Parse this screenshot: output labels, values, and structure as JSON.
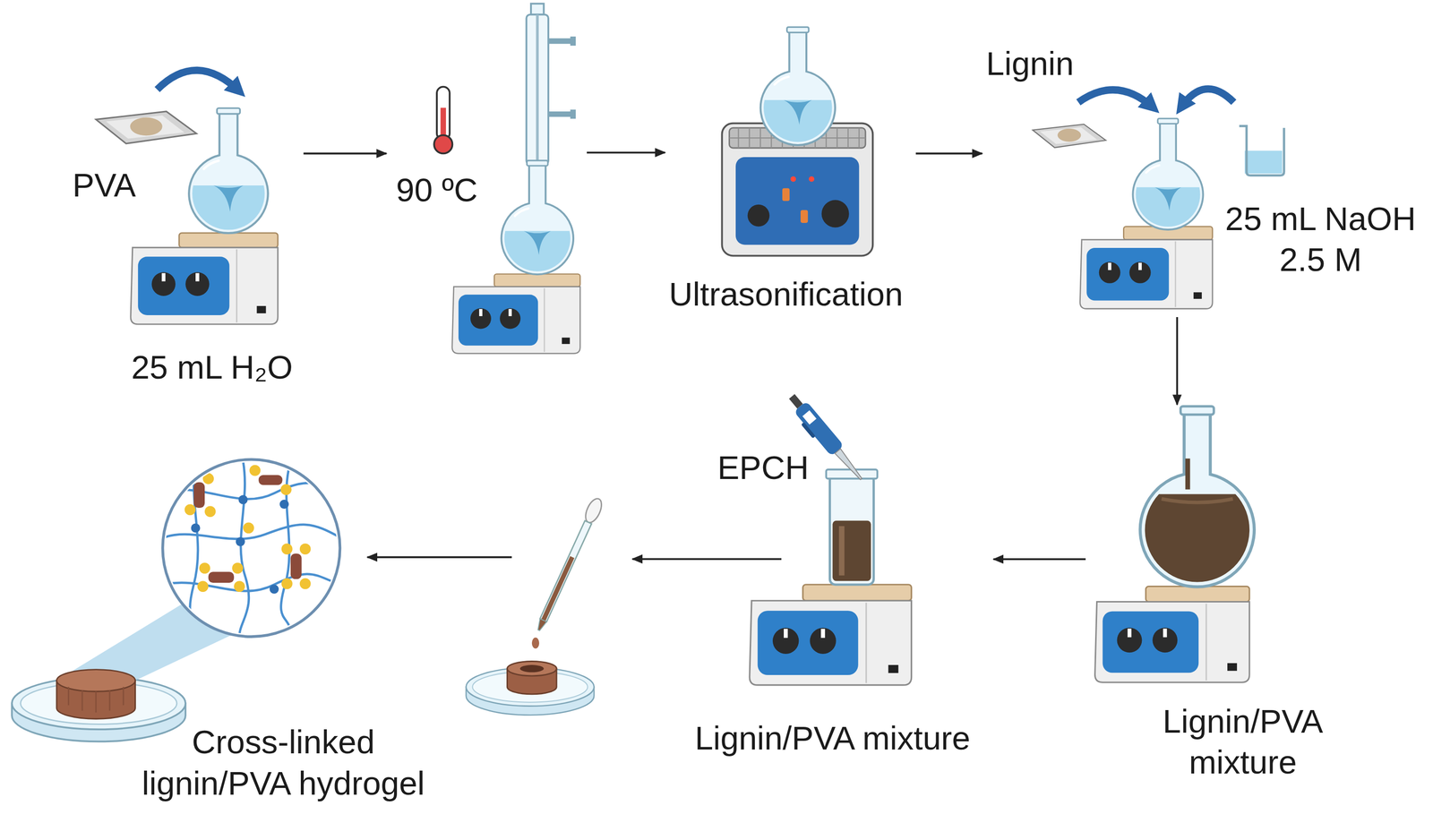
{
  "diagram": {
    "nodes": [
      {
        "text": [
          "PVA",
          "25 mL H₂O"
        ]
      },
      {
        "text": [
          "90 ºC"
        ]
      },
      {
        "text": [
          "Ultrasonification"
        ]
      },
      {
        "text": [
          "Lignin",
          "25 mL NaOH 2.5 M"
        ]
      },
      {
        "text": [
          "Lignin/PVA mixture"
        ]
      },
      {
        "text": [
          "EPCH",
          "Lignin/PVA mixture"
        ]
      },
      {
        "text": [
          "Cross-linked lignin/PVA hydrogel"
        ]
      }
    ],
    "edges": [
      {
        "from": 0,
        "to": 1,
        "arrow": "to"
      },
      {
        "from": 1,
        "to": 2,
        "arrow": "to"
      },
      {
        "from": 2,
        "to": 3,
        "arrow": "to"
      },
      {
        "from": 3,
        "to": 4,
        "arrow": "to"
      },
      {
        "from": 4,
        "to": 5,
        "arrow": "to"
      }
    ]
  }
}
